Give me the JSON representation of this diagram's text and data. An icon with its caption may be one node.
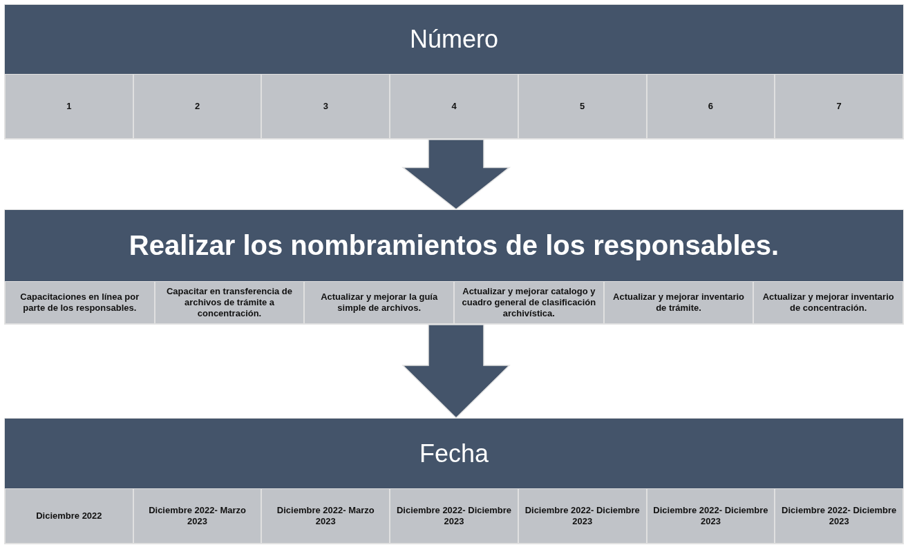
{
  "diagram": {
    "nodes": [
      {
        "text": [
          "Número"
        ]
      },
      {
        "text": [
          "1"
        ],
        "in": 0
      },
      {
        "text": [
          "2"
        ],
        "in": 0
      },
      {
        "text": [
          "3"
        ],
        "in": 0
      },
      {
        "text": [
          "4"
        ],
        "in": 0
      },
      {
        "text": [
          "5"
        ],
        "in": 0
      },
      {
        "text": [
          "6"
        ],
        "in": 0
      },
      {
        "text": [
          "7"
        ],
        "in": 0
      },
      {
        "text": [
          "Realizar los nombramientos de los responsables."
        ]
      },
      {
        "text": [
          "Capacitaciones en línea por parte de los responsables."
        ],
        "in": 8
      },
      {
        "text": [
          "Capacitar en transferencia de archivos de trámite a concentración."
        ],
        "in": 8
      },
      {
        "text": [
          "Actualizar y mejorar la guía simple de archivos."
        ],
        "in": 8
      },
      {
        "text": [
          "Actualizar y mejorar catalogo y cuadro general de clasificación archivística."
        ],
        "in": 8
      },
      {
        "text": [
          "Actualizar y mejorar inventario de trámite."
        ],
        "in": 8
      },
      {
        "text": [
          "Actualizar y mejorar inventario de concentración."
        ],
        "in": 8
      },
      {
        "text": [
          "Fecha"
        ]
      },
      {
        "text": [
          "Diciembre 2022"
        ],
        "in": 15
      },
      {
        "text": [
          "Diciembre 2022- Marzo 2023"
        ],
        "in": 15
      },
      {
        "text": [
          "Diciembre 2022- Marzo 2023"
        ],
        "in": 15
      },
      {
        "text": [
          "Diciembre 2022- Diciembre 2023"
        ],
        "in": 15
      },
      {
        "text": [
          "Diciembre 2022- Diciembre 2023"
        ],
        "in": 15
      },
      {
        "text": [
          "Diciembre 2022- Diciembre 2023"
        ],
        "in": 15
      },
      {
        "text": [
          "Diciembre 2022- Diciembre 2023"
        ],
        "in": 15
      }
    ],
    "edges": [
      {
        "from": 0,
        "to": 8,
        "arrow": "to"
      },
      {
        "from": 8,
        "to": 15,
        "arrow": "to"
      }
    ]
  }
}
